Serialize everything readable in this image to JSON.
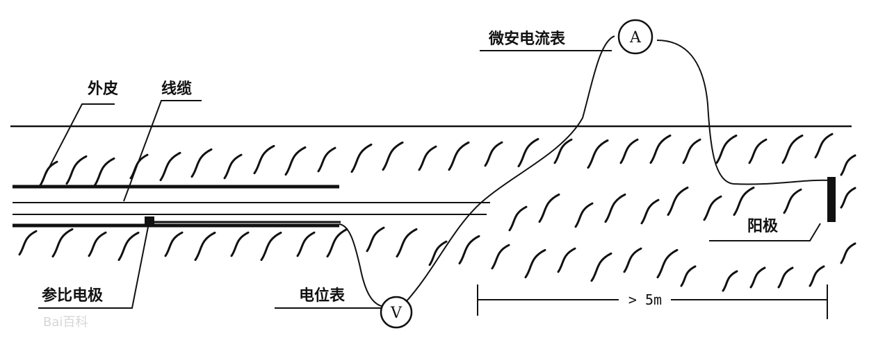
{
  "labels": {
    "sheath": "外皮",
    "cable": "线缆",
    "reference_electrode": "参比电极",
    "voltmeter": "电位表",
    "microammeter": "微安电流表",
    "anode": "阳极",
    "distance": "> 5m"
  },
  "meters": {
    "ammeter_symbol": "A",
    "voltmeter_symbol": "V"
  },
  "watermark": {
    "text": "Bai百科"
  },
  "colors": {
    "ink": "#111111",
    "background": "#ffffff",
    "watermark": "#d6d6d6"
  }
}
